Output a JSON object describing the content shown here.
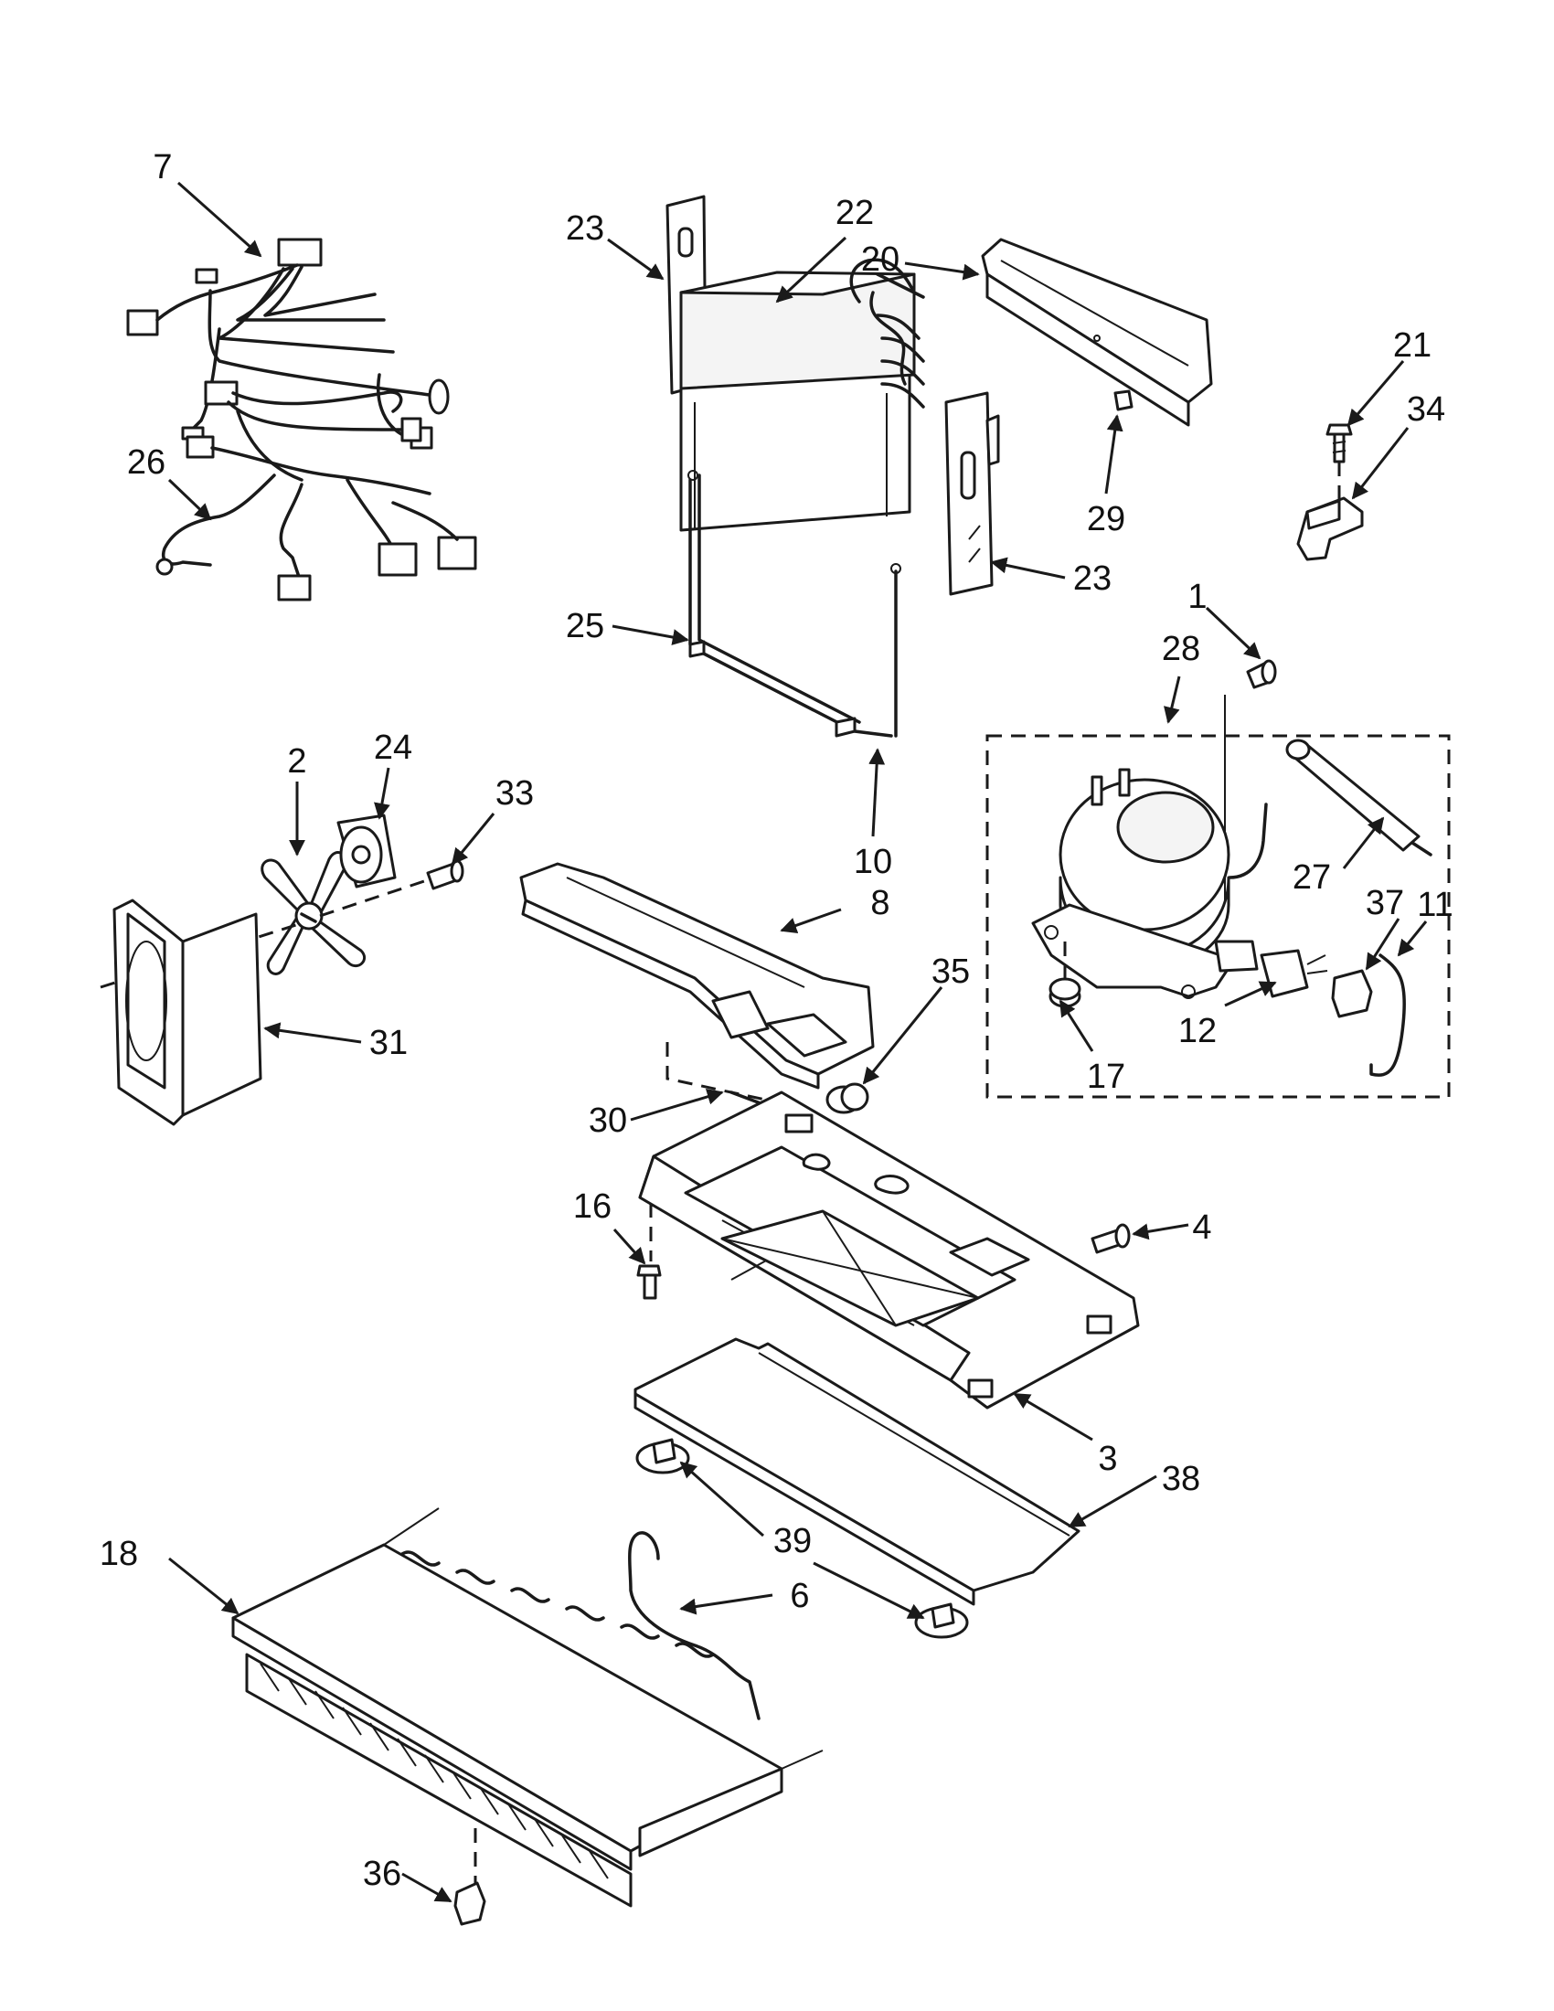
{
  "diagram": {
    "callouts": [
      {
        "id": "c7",
        "text": "7"
      },
      {
        "id": "c26",
        "text": "26"
      },
      {
        "id": "c2",
        "text": "2"
      },
      {
        "id": "c24",
        "text": "24"
      },
      {
        "id": "c33",
        "text": "33"
      },
      {
        "id": "c31",
        "text": "31"
      },
      {
        "id": "c23a",
        "text": "23"
      },
      {
        "id": "c22",
        "text": "22"
      },
      {
        "id": "c20",
        "text": "20"
      },
      {
        "id": "c21",
        "text": "21"
      },
      {
        "id": "c34",
        "text": "34"
      },
      {
        "id": "c29",
        "text": "29"
      },
      {
        "id": "c23b",
        "text": "23"
      },
      {
        "id": "c25",
        "text": "25"
      },
      {
        "id": "c1",
        "text": "1"
      },
      {
        "id": "c28",
        "text": "28"
      },
      {
        "id": "c27",
        "text": "27"
      },
      {
        "id": "c10",
        "text": "10"
      },
      {
        "id": "c8",
        "text": "8"
      },
      {
        "id": "c37",
        "text": "37"
      },
      {
        "id": "c11",
        "text": "11"
      },
      {
        "id": "c35",
        "text": "35"
      },
      {
        "id": "c12",
        "text": "12"
      },
      {
        "id": "c17",
        "text": "17"
      },
      {
        "id": "c30",
        "text": "30"
      },
      {
        "id": "c16",
        "text": "16"
      },
      {
        "id": "c4",
        "text": "4"
      },
      {
        "id": "c3",
        "text": "3"
      },
      {
        "id": "c38",
        "text": "38"
      },
      {
        "id": "c39",
        "text": "39"
      },
      {
        "id": "c18",
        "text": "18"
      },
      {
        "id": "c6",
        "text": "6"
      },
      {
        "id": "c36",
        "text": "36"
      }
    ]
  }
}
